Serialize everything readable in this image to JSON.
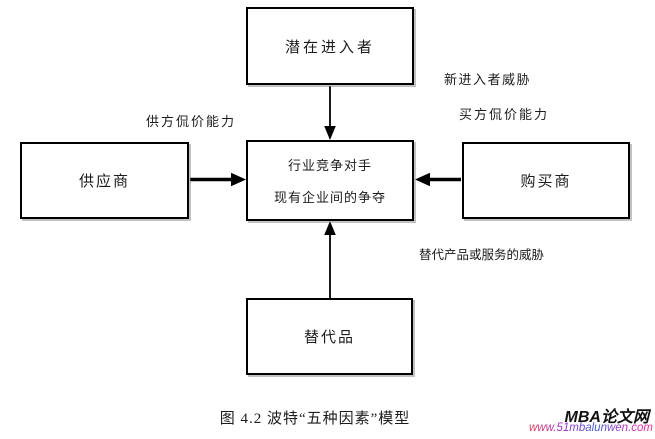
{
  "diagram": {
    "boxes": {
      "potential_entrants": "潜在进入者",
      "industry_rivals_line1": "行业竞争对手",
      "industry_rivals_line2": "现有企业间的争夺",
      "suppliers": "供应商",
      "buyers": "购买商",
      "substitutes": "替代品"
    },
    "edge_labels": {
      "supplier_bargaining_power": "供方侃价能力",
      "new_entrant_threat": "新进入者威胁",
      "buyer_bargaining_power": "买方侃价能力",
      "substitute_threat": "替代产品或服务的威胁"
    },
    "caption": "图 4.2 波特“五种因素”模型"
  },
  "watermark": {
    "site_name": "MBA论文网",
    "site_url": "www.51mbalunwen.com"
  },
  "colors": {
    "box_border": "#000000",
    "arrow": "#000000",
    "text": "#1c1c1c",
    "watermark_url_gradient": [
      "#e23a50",
      "#9a2fd0",
      "#3f63d2",
      "#f32e8e"
    ]
  }
}
